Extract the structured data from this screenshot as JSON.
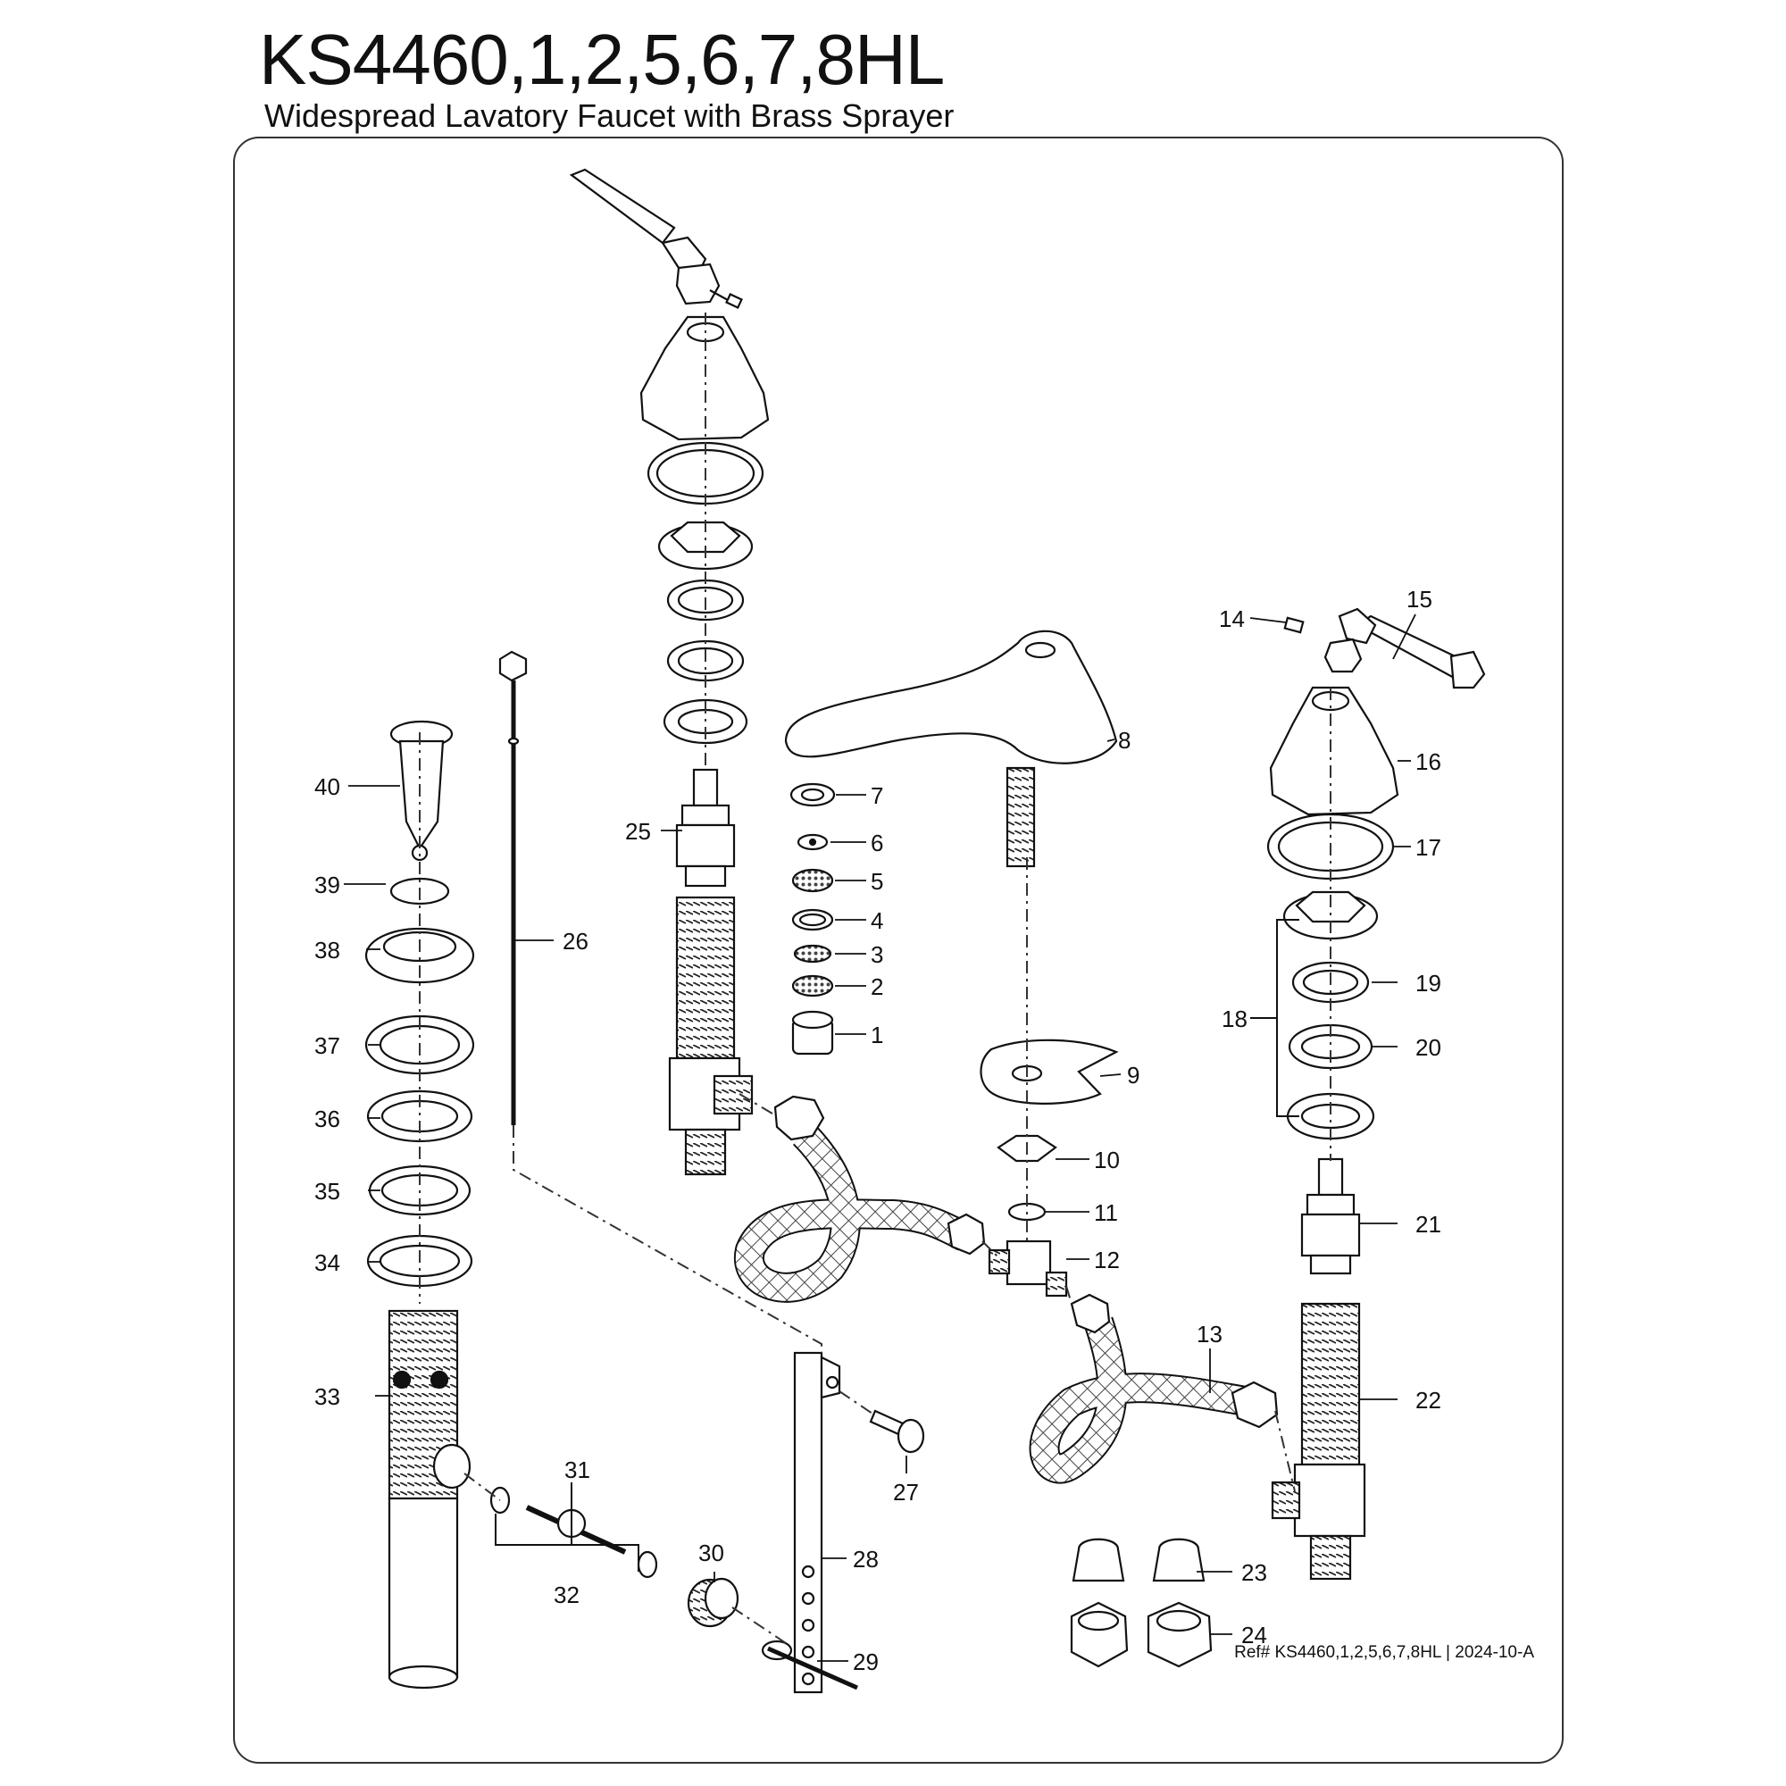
{
  "header": {
    "model": "KS4460,1,2,5,6,7,8HL",
    "subtitle": "Widespread Lavatory Faucet with Brass Sprayer"
  },
  "footer": {
    "ref": "Ref# KS4460,1,2,5,6,7,8HL | 2024-10-A"
  },
  "callouts": [
    "1",
    "2",
    "3",
    "4",
    "5",
    "6",
    "7",
    "8",
    "9",
    "10",
    "11",
    "12",
    "13",
    "14",
    "15",
    "16",
    "17",
    "18",
    "19",
    "20",
    "21",
    "22",
    "23",
    "24",
    "25",
    "26",
    "27",
    "28",
    "29",
    "30",
    "31",
    "32",
    "33",
    "34",
    "35",
    "36",
    "37",
    "38",
    "39",
    "40"
  ],
  "colors": {
    "line": "#111111",
    "frame": "#333333"
  }
}
